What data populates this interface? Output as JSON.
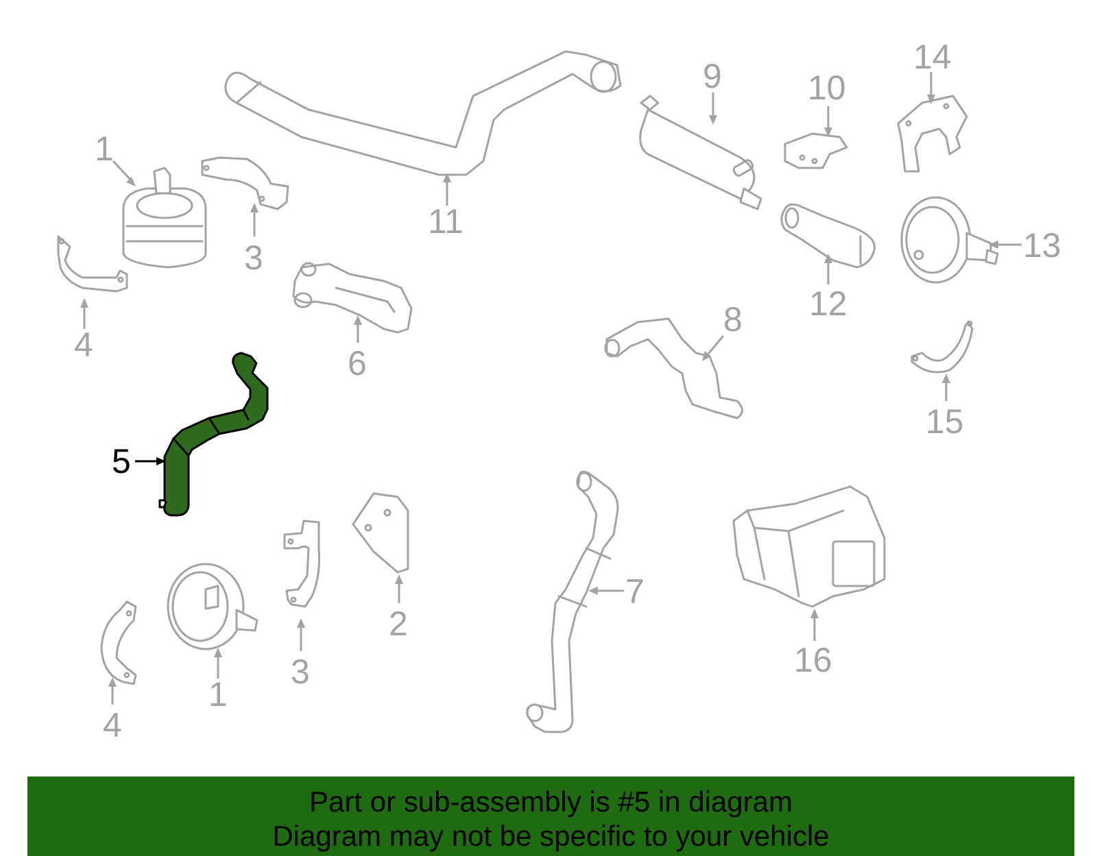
{
  "diagram": {
    "highlighted_part": "5",
    "highlight_color": "#2e6b1f",
    "part_color": "#a3a3a3",
    "callouts": {
      "c1a": "1",
      "c1b": "1",
      "c2": "2",
      "c3a": "3",
      "c3b": "3",
      "c4a": "4",
      "c4b": "4",
      "c5": "5",
      "c6": "6",
      "c7": "7",
      "c8": "8",
      "c9": "9",
      "c10": "10",
      "c11": "11",
      "c12": "12",
      "c13": "13",
      "c14": "14",
      "c15": "15",
      "c16": "16"
    }
  },
  "banner": {
    "background": "#1f6b11",
    "line1": "Part or sub-assembly is #5 in diagram",
    "line2": "Diagram may not be specific to your vehicle"
  }
}
